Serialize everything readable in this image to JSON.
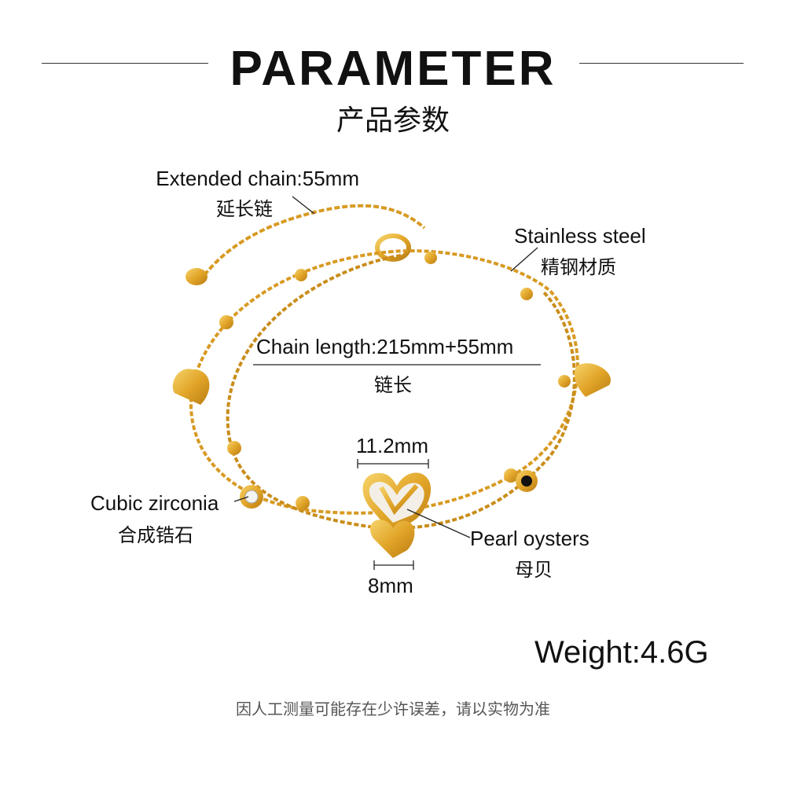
{
  "header": {
    "title": "PARAMETER",
    "subtitle": "产品参数"
  },
  "labels": {
    "extended_chain": {
      "en": "Extended chain:55mm",
      "cn": "延长链"
    },
    "material": {
      "en": "Stainless steel",
      "cn": "精钢材质"
    },
    "chain_length": {
      "en": "Chain length:215mm+55mm",
      "cn": "链长"
    },
    "heart_large": {
      "en": "11.2mm"
    },
    "heart_small": {
      "en": "8mm"
    },
    "stone": {
      "en": "Cubic zirconia",
      "cn": "合成锆石"
    },
    "shell": {
      "en": "Pearl oysters",
      "cn": "母贝"
    }
  },
  "weight": "Weight:4.6G",
  "footer": "因人工测量可能存在少许误差，请以实物为准",
  "colors": {
    "gold": "#e2a62a",
    "gold_dark": "#b97c12",
    "text": "#111111"
  }
}
